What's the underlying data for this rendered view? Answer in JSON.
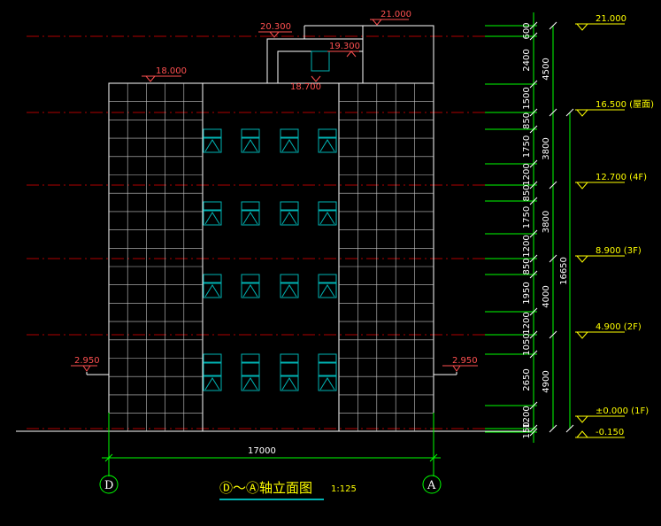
{
  "colors": {
    "background": "#000000",
    "outline": "#ffffff",
    "grid": "#c8c8c8",
    "window": "#00b4b4",
    "dim_line": "#00ff00",
    "text_red": "#ff5050",
    "text_yellow": "#ffff00",
    "level_line": "#b00000"
  },
  "title": {
    "text": "Ⓓ～Ⓐ轴立面图",
    "scale": "1:125"
  },
  "axes": {
    "left": "D",
    "right": "A"
  },
  "width_dimension": "17000",
  "elevation_marks": {
    "top_roof": "21.000",
    "stair_roof": "20.300",
    "canopy": "19.300",
    "canopy_bottom": "18.700",
    "parapet_left": "18.000",
    "entrance_left": "2.950",
    "entrance_right": "2.950"
  },
  "levels": [
    {
      "label": "21.000"
    },
    {
      "label": "16.500 (屋面)"
    },
    {
      "label": "12.700 (4F)"
    },
    {
      "label": "8.900 (3F)"
    },
    {
      "label": "4.900 (2F)"
    },
    {
      "label": "±0.000 (1F)"
    },
    {
      "label": "-0.150"
    }
  ],
  "detail_dims": [
    "600",
    "2400",
    "1500",
    "850",
    "1750",
    "1200",
    "850",
    "1750",
    "1200",
    "850",
    "1950",
    "1200",
    "1050",
    "2650",
    "1200",
    "150"
  ],
  "story_dims": [
    "4500",
    "3800",
    "3800",
    "4000",
    "4900"
  ],
  "total_dim": "16650"
}
